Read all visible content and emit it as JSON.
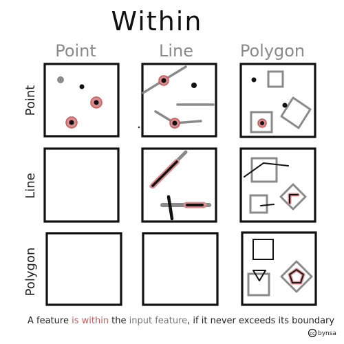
{
  "title": "Within",
  "columns": [
    "Point",
    "Line",
    "Polygon"
  ],
  "rows": [
    "Point",
    "Line",
    "Polygon"
  ],
  "caption": {
    "part1": "A feature ",
    "part2": "is within",
    "part3": " the ",
    "part4": "input feature",
    "part5": ", if it never exceeds its boundary"
  },
  "credit": "bynsa",
  "colors": {
    "ink": "#111111",
    "input_gray": "#8a8a8a",
    "highlight_red": "#c8585a"
  }
}
